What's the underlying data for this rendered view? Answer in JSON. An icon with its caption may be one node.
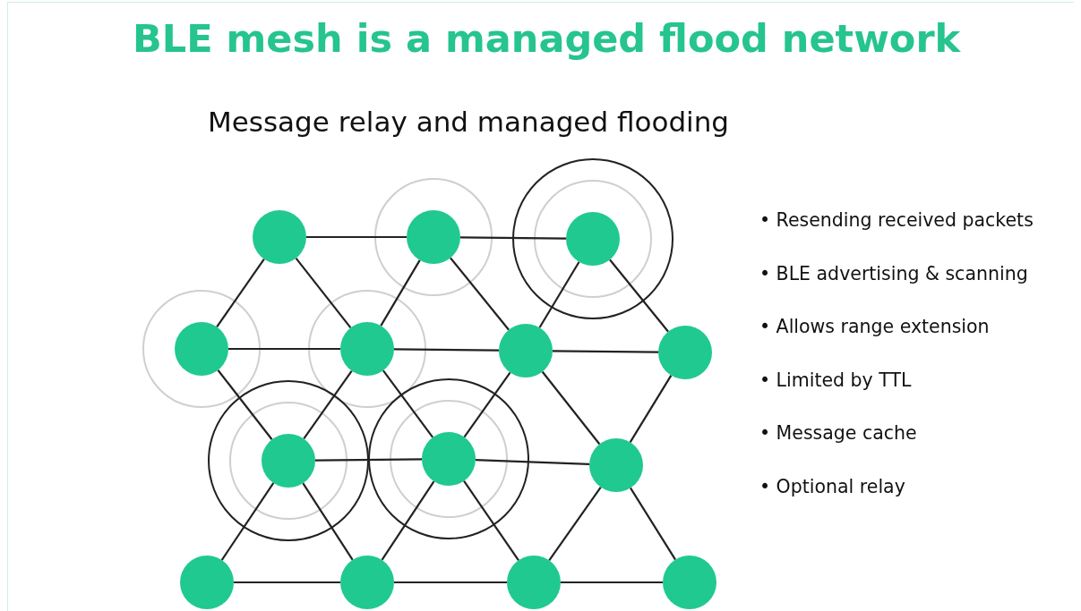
{
  "diagram": {
    "title": "BLE mesh is a managed flood network",
    "nodes": [
      {
        "text": [],
        "shape": "circle"
      },
      {
        "text": [],
        "shape": "circle"
      },
      {
        "text": [],
        "shape": "circle"
      },
      {
        "text": [],
        "shape": "circle"
      },
      {
        "text": [],
        "shape": "circle"
      },
      {
        "text": [],
        "shape": "circle"
      },
      {
        "text": [],
        "shape": "circle"
      },
      {
        "text": [],
        "shape": "circle"
      },
      {
        "text": [],
        "shape": "circle"
      },
      {
        "text": [],
        "shape": "circle"
      },
      {
        "text": [],
        "shape": "circle"
      },
      {
        "text": [],
        "shape": "circle"
      },
      {
        "text": [],
        "shape": "circle"
      },
      {
        "text": [],
        "shape": "circle"
      }
    ],
    "edges": [
      {
        "from": 0,
        "to": 1,
        "arrow": "none"
      },
      {
        "from": 1,
        "to": 2,
        "arrow": "none"
      },
      {
        "from": 0,
        "to": 3,
        "arrow": "none"
      },
      {
        "from": 0,
        "to": 4,
        "arrow": "none"
      },
      {
        "from": 1,
        "to": 4,
        "arrow": "none"
      },
      {
        "from": 1,
        "to": 5,
        "arrow": "none"
      },
      {
        "from": 2,
        "to": 5,
        "arrow": "none"
      },
      {
        "from": 2,
        "to": 6,
        "arrow": "none"
      },
      {
        "from": 3,
        "to": 4,
        "arrow": "none"
      },
      {
        "from": 4,
        "to": 5,
        "arrow": "none"
      },
      {
        "from": 5,
        "to": 6,
        "arrow": "none"
      },
      {
        "from": 3,
        "to": 7,
        "arrow": "none"
      },
      {
        "from": 4,
        "to": 7,
        "arrow": "none"
      },
      {
        "from": 4,
        "to": 8,
        "arrow": "none"
      },
      {
        "from": 5,
        "to": 8,
        "arrow": "none"
      },
      {
        "from": 5,
        "to": 9,
        "arrow": "none"
      },
      {
        "from": 6,
        "to": 9,
        "arrow": "none"
      },
      {
        "from": 7,
        "to": 8,
        "arrow": "none"
      },
      {
        "from": 8,
        "to": 9,
        "arrow": "none"
      },
      {
        "from": 7,
        "to": 10,
        "arrow": "none"
      },
      {
        "from": 7,
        "to": 11,
        "arrow": "none"
      },
      {
        "from": 8,
        "to": 11,
        "arrow": "none"
      },
      {
        "from": 8,
        "to": 12,
        "arrow": "none"
      },
      {
        "from": 9,
        "to": 12,
        "arrow": "none"
      },
      {
        "from": 9,
        "to": 13,
        "arrow": "none"
      },
      {
        "from": 10,
        "to": 11,
        "arrow": "none"
      },
      {
        "from": 11,
        "to": 12,
        "arrow": "none"
      },
      {
        "from": 12,
        "to": 13,
        "arrow": "none"
      }
    ],
    "labels": [
      "Message relay and managed flooding",
      "• Resending received packets",
      "• BLE advertising & scanning",
      "• Allows range extension",
      "• Limited by TTL",
      "• Message cache",
      "• Optional relay"
    ]
  }
}
